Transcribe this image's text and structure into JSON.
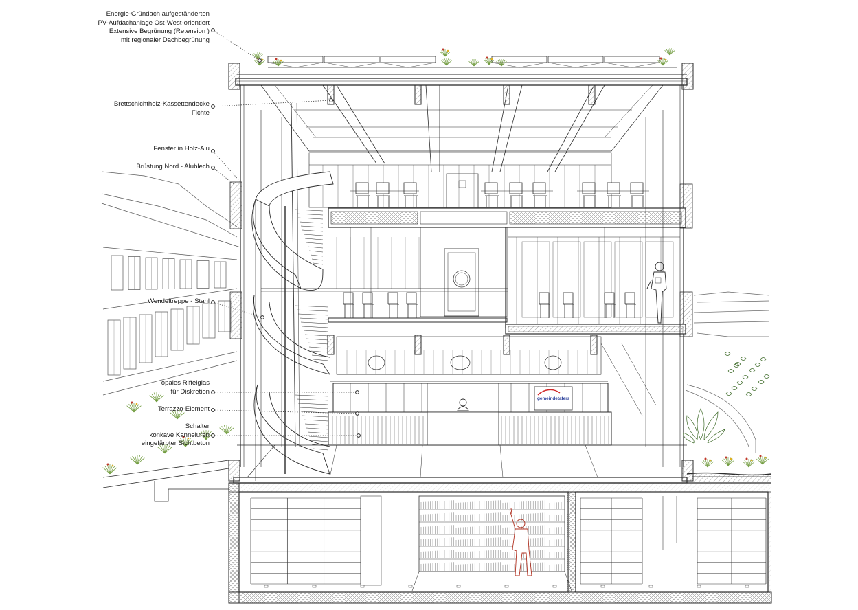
{
  "annotations": {
    "roof": [
      "Energie-Gründach aufgeständerten",
      "PV-Aufdachanlage Ost-West-orientiert",
      "Extensive Begrünung (Retension )",
      "mit regionaler Dachbegrünung"
    ],
    "ceiling": [
      "Brettschichtholz-Kassettendecke",
      "Fichte"
    ],
    "window": "Fenster in Holz-Alu",
    "parapet": "Brüstung Nord - Alublech",
    "stair": "Wendeltreppe - Stahl",
    "glass": [
      "opales Riffelglas",
      "für Diskretion"
    ],
    "terrazzo": "Terrazzo-Element",
    "counter": [
      "Schalter",
      "konkave Kanneluren",
      "eingefärbter Sichtbeton"
    ]
  },
  "signage": {
    "logo_text": "gemeindetafers",
    "logo_color": "#2a3f9a",
    "logo_accent": "#d02828"
  },
  "colors": {
    "line": "#2b2b2b",
    "hatch": "#555555",
    "vegetation_green": "#6f9a3c",
    "flower_red": "#c0392b",
    "flower_yellow": "#e0b020"
  }
}
